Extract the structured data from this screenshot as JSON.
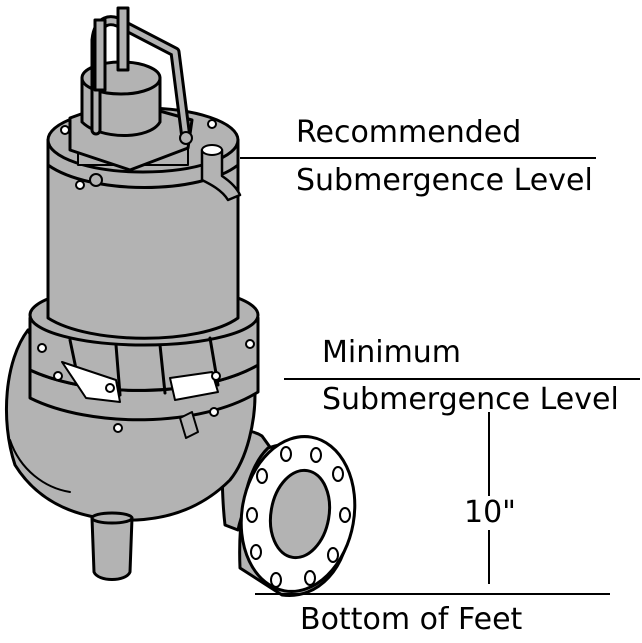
{
  "labels": {
    "recommended_line1": "Recommended",
    "recommended_line2": "Submergence Level",
    "minimum_line1": "Minimum",
    "minimum_line2": "Submergence Level",
    "dimension": "10\"",
    "bottom": "Bottom of Feet"
  },
  "colors": {
    "ink": "#000000",
    "pump_body": "#b3b3b3",
    "flange_face": "#ffffff",
    "background": "#ffffff"
  },
  "icons": {
    "pump": "submersible-pump-illustration"
  }
}
